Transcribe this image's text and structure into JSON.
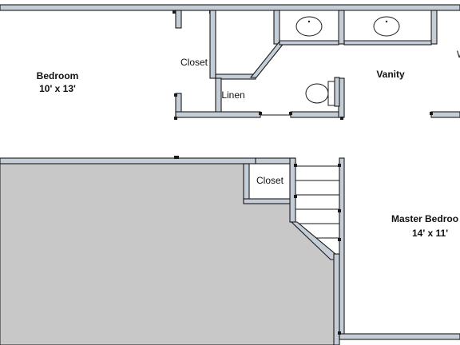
{
  "colors": {
    "wall_fill": "#c5ced6",
    "open_area": "#c8c8c8",
    "line": "#1a1a1a",
    "background": "#ffffff"
  },
  "rooms": {
    "bedroom": {
      "name": "Bedroom",
      "dimensions": "10' x 13'"
    },
    "closet_upper": {
      "name": "Closet"
    },
    "linen": {
      "name": "Linen"
    },
    "vanity": {
      "name": "Vanity"
    },
    "vanity_partial": {
      "name": "W"
    },
    "closet_lower": {
      "name": "Closet"
    },
    "master_bedroom": {
      "name": "Master Bedroo",
      "dimensions": "14' x 11'"
    }
  },
  "fixtures": {
    "sinks": 2,
    "toilets": 1,
    "stair_treads": 6
  }
}
